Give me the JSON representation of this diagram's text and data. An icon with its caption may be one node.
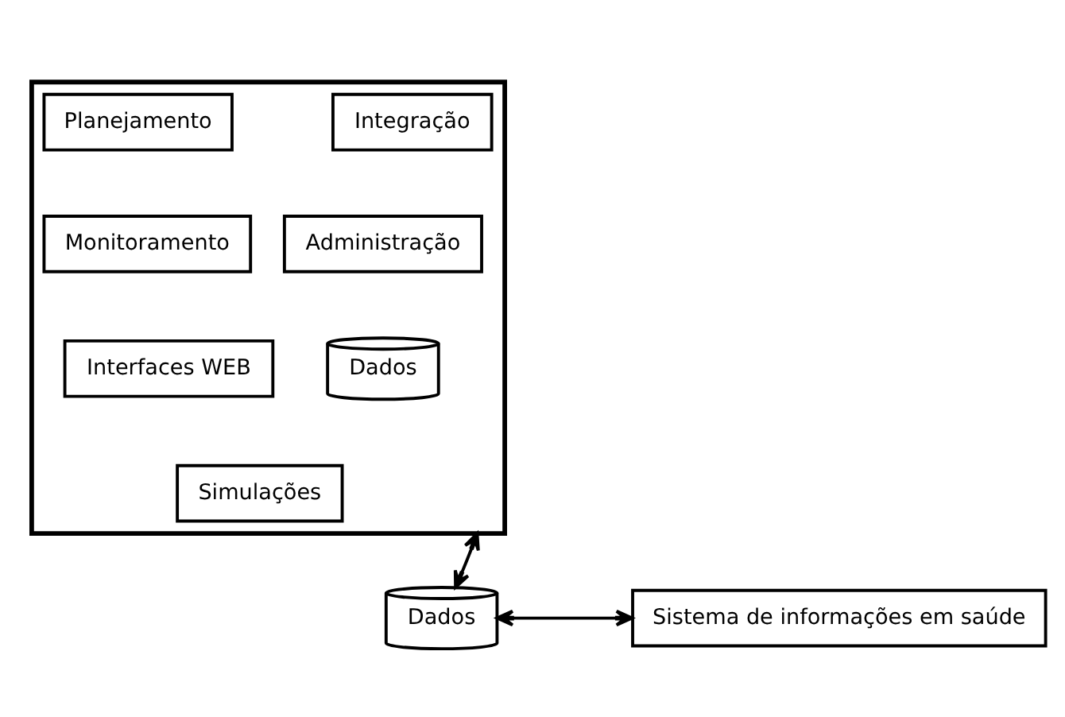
{
  "diagram": {
    "nodes": [
      {
        "text": [],
        "shape": "box"
      },
      {
        "text": [
          "Integração"
        ],
        "in": 0
      },
      {
        "text": [
          "Administração"
        ],
        "in": 0
      },
      {
        "text": [
          "Dados"
        ],
        "in": 0
      },
      {
        "text": [
          "Planejamento"
        ],
        "in": 0
      },
      {
        "text": [
          "Monitoramento"
        ],
        "in": 0
      },
      {
        "text": [
          "Interfaces WEB"
        ],
        "in": 0
      },
      {
        "text": [
          "Simulações"
        ],
        "in": 0
      },
      {
        "text": [
          "Dados"
        ]
      },
      {
        "text": [
          "Sistema de informações em saúde"
        ]
      }
    ],
    "edges": [
      {
        "from": 8,
        "to": 0,
        "arrow": "both"
      },
      {
        "from": 8,
        "to": 9,
        "arrow": "both"
      }
    ]
  }
}
